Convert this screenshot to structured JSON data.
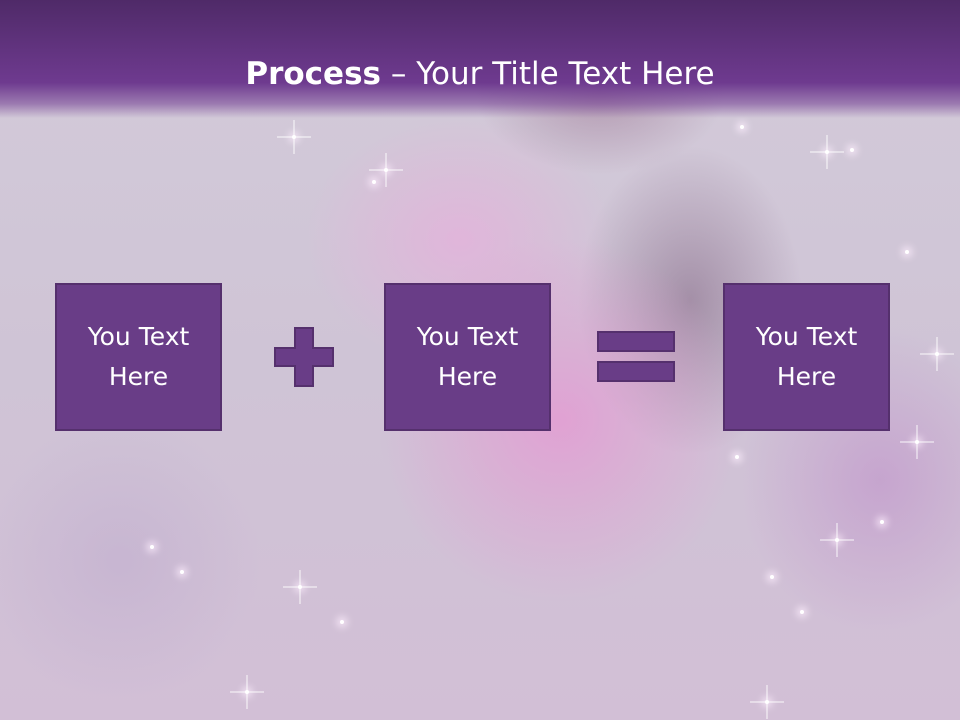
{
  "slide": {
    "title_bold": "Process",
    "title_rest": " – Your Title Text Here",
    "boxes": [
      {
        "text": "You Text Here"
      },
      {
        "text": "You Text Here"
      },
      {
        "text": "You Text Here"
      }
    ],
    "operators": [
      "plus-icon",
      "equals-icon"
    ]
  },
  "colors": {
    "header": "#6e3a8f",
    "box_fill": "#693d87",
    "box_border": "#55306d",
    "operator": "#693d87"
  }
}
